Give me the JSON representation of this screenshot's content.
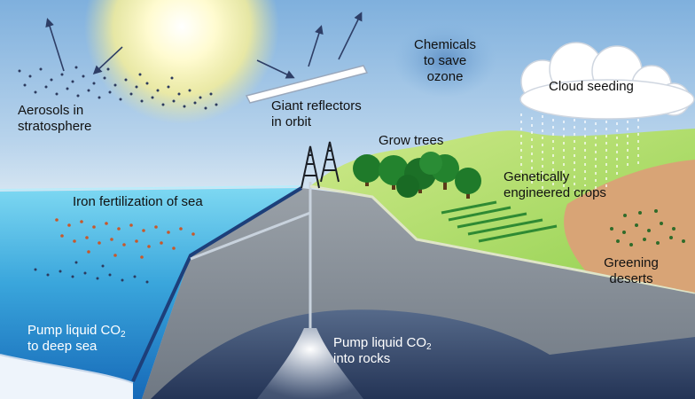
{
  "labels": {
    "aerosols": {
      "line1": "Aerosols in",
      "line2": "stratosphere"
    },
    "reflectors": {
      "line1": "Giant reflectors",
      "line2": "in orbit"
    },
    "chemicals": {
      "line1": "Chemicals",
      "line2": "to save",
      "line3": "ozone"
    },
    "cloud_seeding": "Cloud seeding",
    "grow_trees": "Grow trees",
    "gm_crops": {
      "line1": "Genetically",
      "line2": "engineered crops"
    },
    "iron": "Iron fertilization of sea",
    "greening": {
      "line1": "Greening",
      "line2": "deserts"
    },
    "pump_sea": {
      "prefix": "Pump liquid CO",
      "sub": "2",
      "line2": "to deep sea"
    },
    "pump_rocks": {
      "prefix": "Pump liquid CO",
      "sub": "2",
      "line2": "into rocks"
    }
  },
  "colors": {
    "sky_top": "#8ab6e0",
    "sky_bottom": "#d7e6f2",
    "sun": "#fffbd0",
    "sea_surface": "#6fd0f0",
    "sea_deep": "#1a74c4",
    "land_top": "#b8e26a",
    "crust": "#8d949c",
    "bedrock": "#3b4f70",
    "desert": "#d8a476",
    "tree": "#1f7a2a",
    "arrow": "#2e3e66"
  }
}
